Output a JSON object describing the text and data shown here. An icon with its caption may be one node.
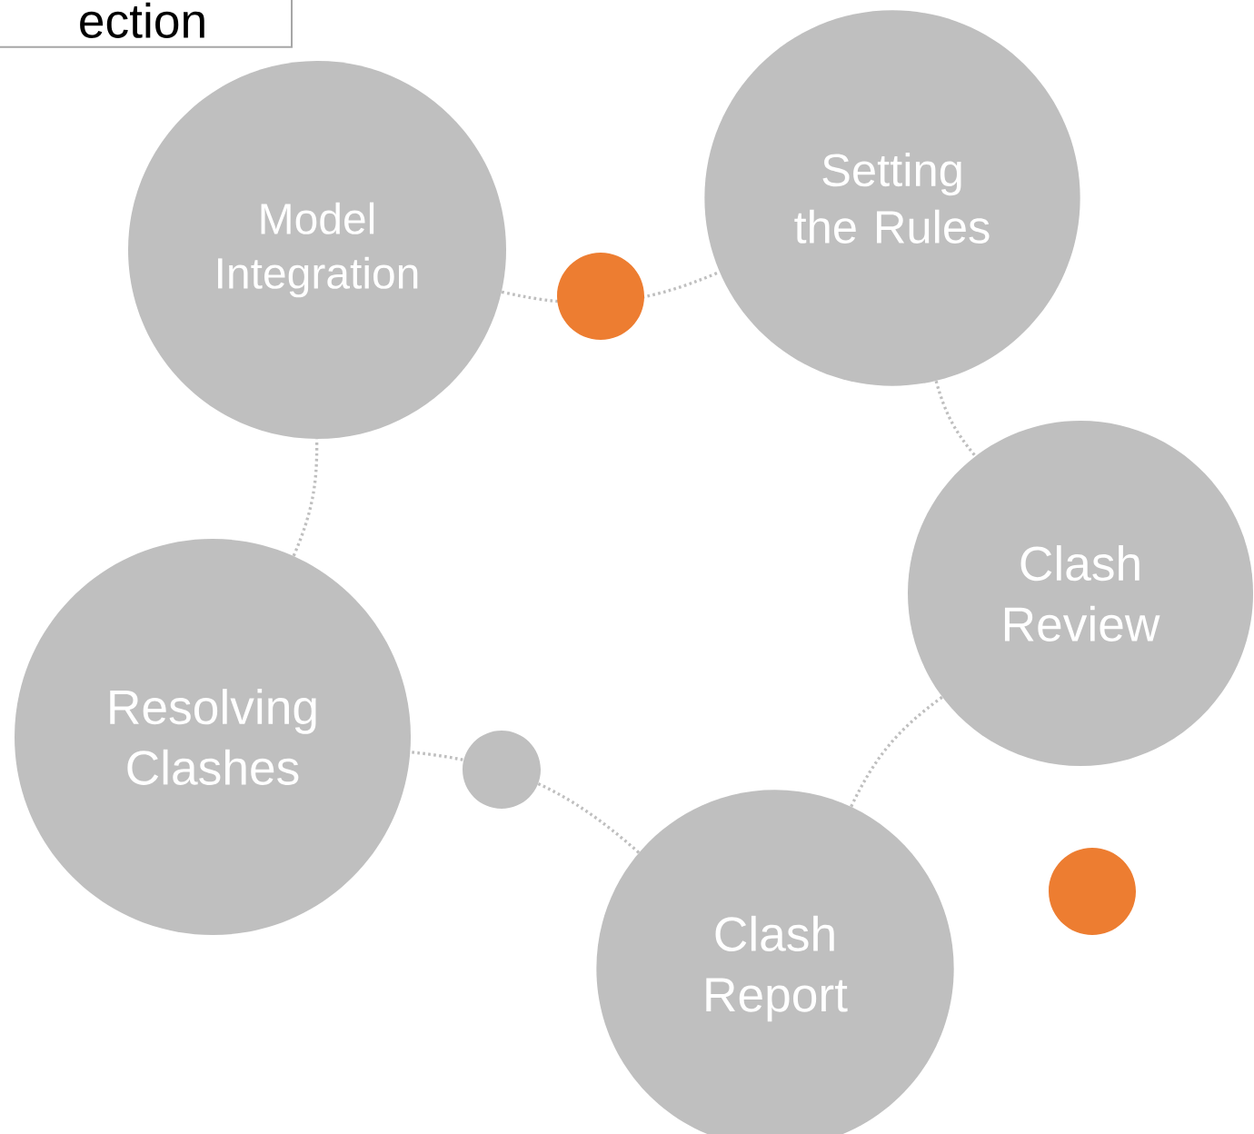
{
  "diagram": {
    "nodes": [
      {
        "text": [
          "ection"
        ]
      },
      {
        "text": [
          "Model Integration"
        ]
      },
      {
        "text": [
          "Setting the Rules"
        ]
      },
      {
        "text": [
          "Clash Review"
        ]
      },
      {
        "text": [
          "Clash Report"
        ]
      },
      {
        "text": [
          "Resolving Clashes"
        ]
      }
    ],
    "edges": [
      {
        "from": 1,
        "to": 2,
        "arrow": "none"
      },
      {
        "from": 2,
        "to": 3,
        "arrow": "none"
      },
      {
        "from": 3,
        "to": 4,
        "arrow": "none"
      },
      {
        "from": 4,
        "to": 5,
        "arrow": "none"
      },
      {
        "from": 5,
        "to": 1,
        "arrow": "none"
      }
    ]
  }
}
